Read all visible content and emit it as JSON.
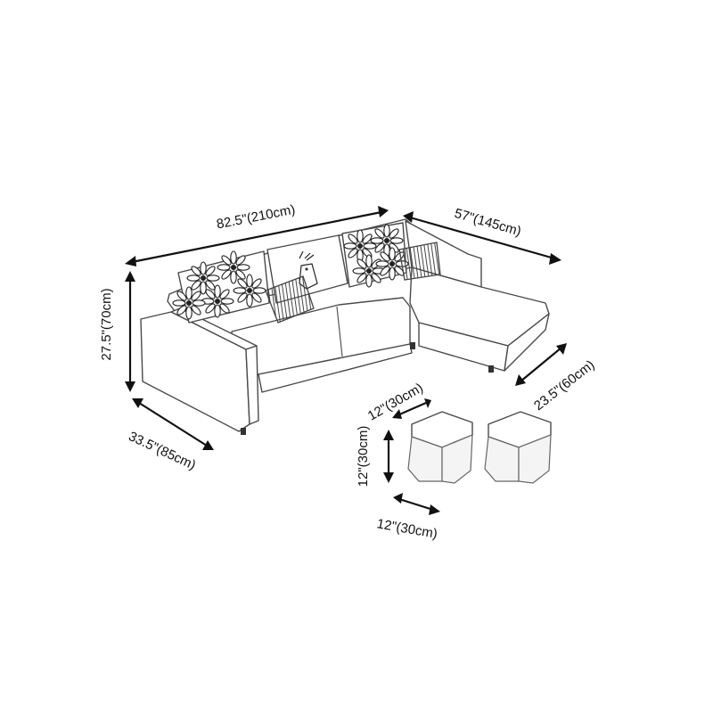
{
  "dimensions": {
    "sofa_width": "82.5\"(210cm)",
    "chaise_length": "57\"(145cm)",
    "sofa_height": "27.5\"(70cm)",
    "sofa_depth": "33.5\"(85cm)",
    "chaise_width": "23.5\"(60cm)",
    "ottoman_depth": "12\"(30cm)",
    "ottoman_height": "12\"(30cm)",
    "ottoman_width": "12\"(30cm)"
  }
}
